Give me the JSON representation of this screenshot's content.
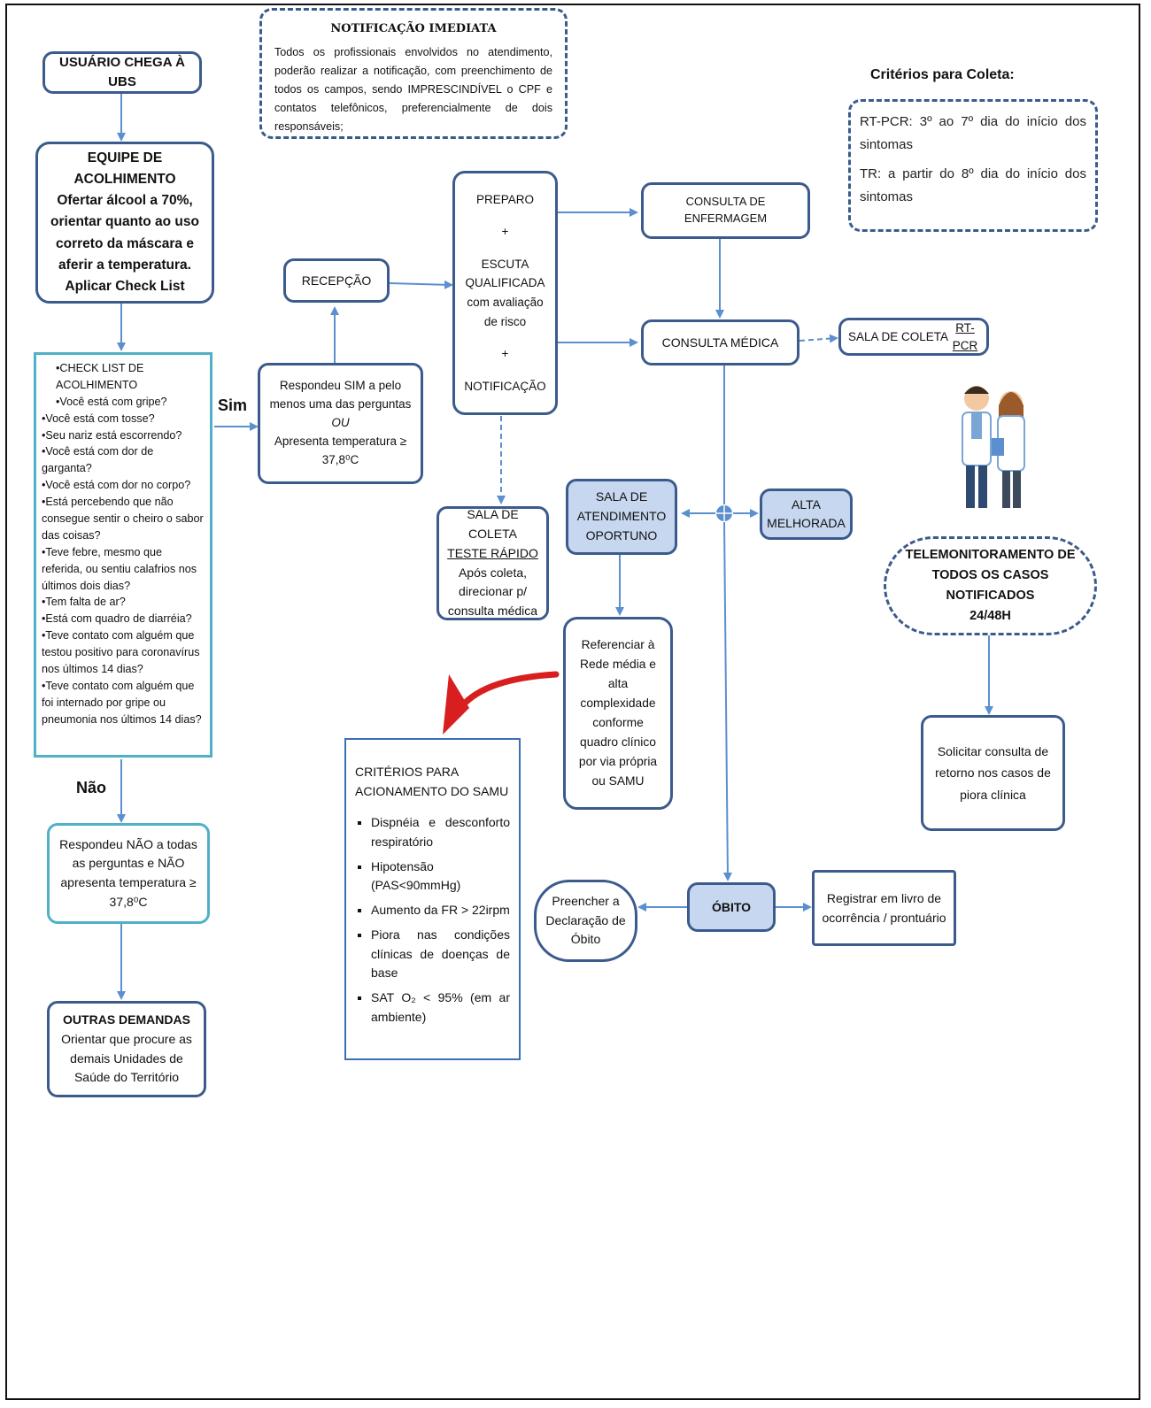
{
  "notificacao": {
    "title": "NOTIFICAÇÃO IMEDIATA",
    "text": "Todos os profissionais envolvidos no atendimento, poderão realizar a notificação, com preenchimento de todos os campos, sendo IMPRESCINDÍVEL o CPF e contatos telefônicos, preferencialmente de dois responsáveis;"
  },
  "criterios_coleta": {
    "title": "Critérios para Coleta:",
    "rtpcr": "RT-PCR: 3º ao 7º dia do início dos sintomas",
    "tr": "TR: a partir do 8º dia do início dos sintomas"
  },
  "nodes": {
    "usuario": "USUÁRIO CHEGA À UBS",
    "equipe_title": "EQUIPE DE ACOLHIMENTO",
    "equipe_text": "Ofertar álcool a 70%, orientar quanto ao uso correto da máscara e aferir a temperatura. Aplicar Check List",
    "recepcao": "RECEPÇÃO",
    "respondeu_sim_1": "Respondeu SIM a pelo menos uma das perguntas",
    "respondeu_sim_ou": "OU",
    "respondeu_sim_2": "Apresenta temperatura ≥ 37,8⁰C",
    "preparo": "PREPARO",
    "plus": "+",
    "escuta": "ESCUTA QUALIFICADA com avaliação de risco",
    "notificacao": "NOTIFICAÇÃO",
    "consulta_enfermagem": "CONSULTA DE ENFERMAGEM",
    "consulta_medica": "CONSULTA MÉDICA",
    "sala_coleta_prefix": "SALA DE COLETA ",
    "sala_coleta_rtpcr": "RT-PCR",
    "sala_coleta_tr_title": "SALA DE COLETA",
    "sala_coleta_tr_sub": "TESTE RÁPIDO",
    "sala_coleta_tr_text": "Após coleta, direcionar p/ consulta médica",
    "sala_atendimento": "SALA DE ATENDIMENTO OPORTUNO",
    "alta": "ALTA MELHORADA",
    "referenciar": "Referenciar à Rede média e alta complexidade conforme quadro clínico por via própria ou SAMU",
    "telemonitoramento": "TELEMONITORAMENTO DE TODOS OS CASOS NOTIFICADOS",
    "telemonitoramento_sub": "24/48H",
    "solicitar": "Solicitar consulta de retorno nos casos de piora clínica",
    "obito": "ÓBITO",
    "preencher": "Preencher a Declaração de Óbito",
    "registrar": "Registrar em livro de ocorrência / prontuário",
    "respondeu_nao": "Respondeu NÃO a todas as perguntas e NÃO apresenta temperatura ≥ 37,8⁰C",
    "outras_title": "OUTRAS DEMANDAS",
    "outras_text": "Orientar que procure as demais Unidades de Saúde do Território"
  },
  "labels": {
    "sim": "Sim",
    "nao": "Não"
  },
  "checklist": [
    "•CHECK LIST DE ACOLHIMENTO",
    "•Você está com gripe?",
    "•Você está com tosse?",
    "•Seu nariz está escorrendo?",
    "•Você está com dor de garganta?",
    "•Você está com dor no corpo?",
    "•Está percebendo que não consegue sentir o cheiro o sabor das coisas?",
    "•Teve febre, mesmo que referida, ou sentiu calafrios nos últimos dois dias?",
    "•Tem falta de ar?",
    "•Está com quadro de diarréia?",
    "•Teve contato com alguém que testou positivo para coronavírus nos últimos 14 dias?",
    "•Teve contato com alguém que foi internado por gripe ou pneumonia nos últimos 14 dias?"
  ],
  "samu": {
    "title": "CRITÉRIOS PARA ACIONAMENTO DO SAMU",
    "items": [
      "Dispnéia e desconforto respiratório",
      "Hipotensão (PAS<90mmHg)",
      "Aumento da FR > 22irpm",
      "Piora nas condições clínicas de doenças de base",
      "SAT O₂ < 95% (em ar ambiente)"
    ]
  },
  "colors": {
    "border": "#3b5b8c",
    "shaded": "#c6d7ef",
    "checklist_border": "#4fb0c6",
    "arrow": "#5b8fd0",
    "red_arrow": "#d81e1e"
  }
}
